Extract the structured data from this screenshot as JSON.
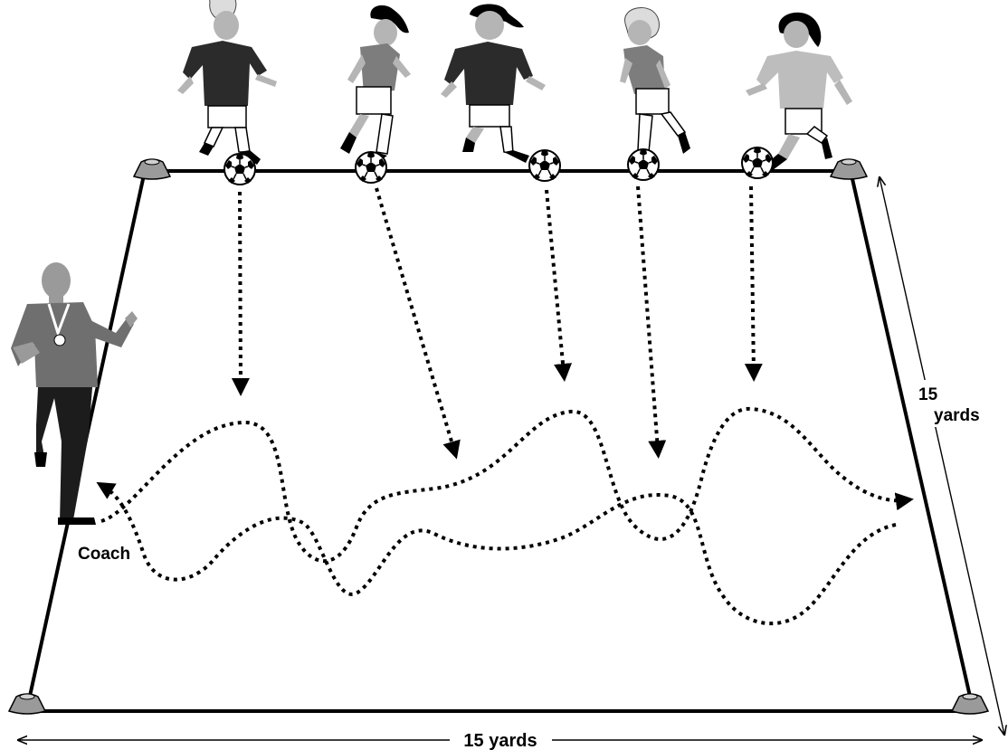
{
  "labels": {
    "coach": "Coach",
    "side_length_number": "15",
    "side_length_unit": "yards",
    "bottom_length": "15 yards"
  },
  "colors": {
    "field_line": "#000000",
    "cone": "#9a9a9a",
    "shirt_dark": "#2b2b2b",
    "shirt_mid": "#7d7d7d",
    "shirt_light": "#bdbdbd",
    "coach_shirt": "#6f6f6f",
    "coach_pants": "#1c1c1c",
    "skin": "#b5b5b5"
  },
  "players": [
    {
      "icon": "player-icon",
      "shirt": "dark",
      "hair": "light"
    },
    {
      "icon": "player-icon",
      "shirt": "mid",
      "hair": "dark"
    },
    {
      "icon": "player-icon",
      "shirt": "dark",
      "hair": "dark"
    },
    {
      "icon": "player-icon",
      "shirt": "mid",
      "hair": "light"
    },
    {
      "icon": "player-icon",
      "shirt": "light",
      "hair": "dark"
    }
  ],
  "icons": {
    "ball": "soccer-ball-icon",
    "cone": "cone-icon",
    "coach": "coach-icon",
    "whistle": "whistle-icon"
  }
}
